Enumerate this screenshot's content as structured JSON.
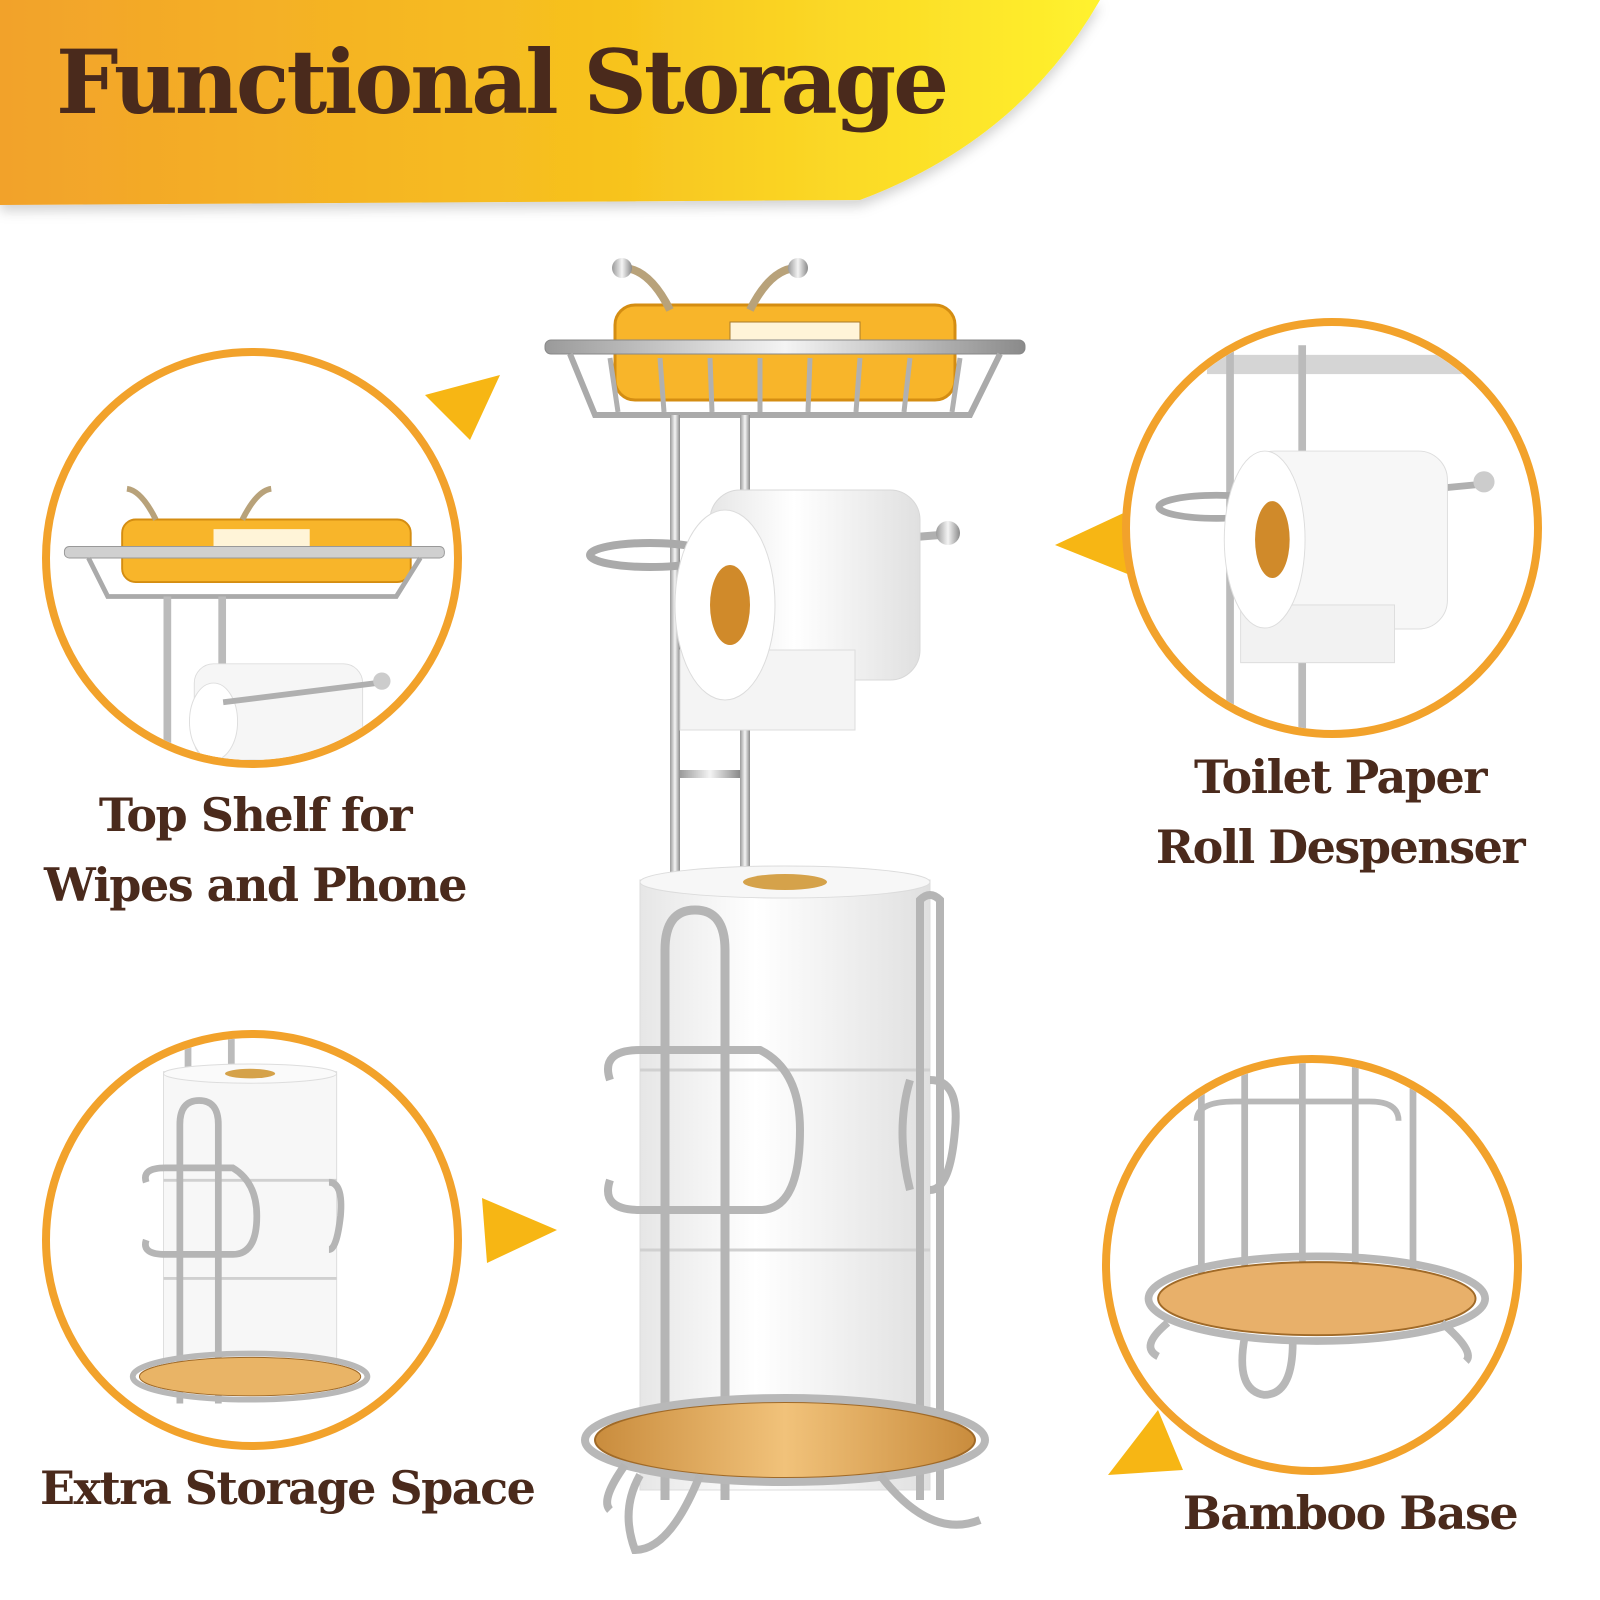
{
  "header": {
    "title": "Functional Storage",
    "colors": {
      "banner_left": "#f2a22b",
      "banner_right": "#fff22e",
      "text": "#4a2a1c"
    }
  },
  "features": [
    {
      "label_line1": "Top Shelf for",
      "label_line2": "Wipes and Phone",
      "icon": "shelf-detail"
    },
    {
      "label_line1": "Toilet Paper",
      "label_line2": "Roll Despenser",
      "icon": "roll-dispenser-detail"
    },
    {
      "label_line1": "Extra Storage Space",
      "icon": "storage-detail"
    },
    {
      "label_line1": "Bamboo Base",
      "icon": "bamboo-base-detail"
    }
  ],
  "accent_color": "#f2a22b",
  "pointer_color": "#f7b614"
}
